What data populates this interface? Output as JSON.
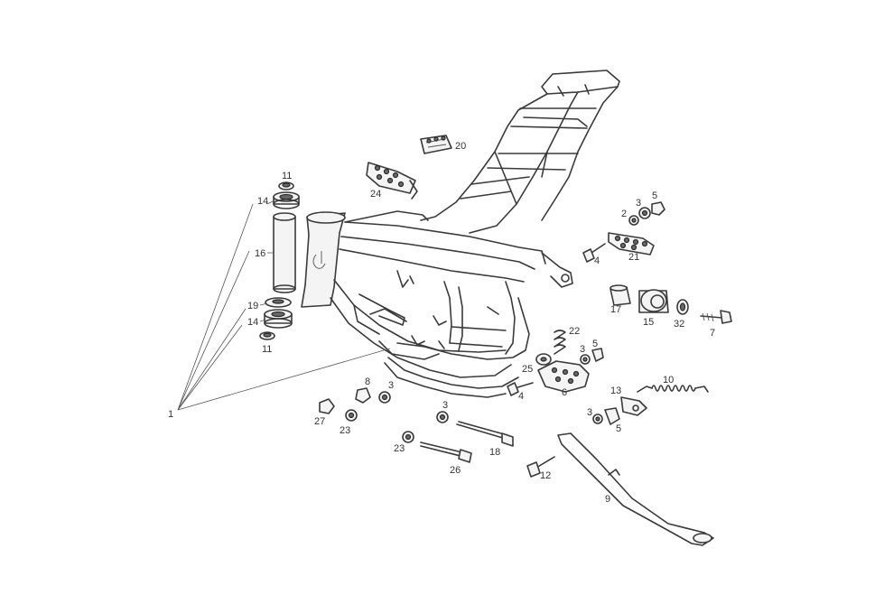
{
  "callouts": {
    "c1": "1",
    "c2": "2",
    "c3a": "3",
    "c3b": "3",
    "c3c": "3",
    "c3d": "3",
    "c3e": "3",
    "c4a": "4",
    "c4b": "4",
    "c5a": "5",
    "c5b": "5",
    "c5c": "5",
    "c6": "6",
    "c7": "7",
    "c8": "8",
    "c9": "9",
    "c10": "10",
    "c11a": "11",
    "c11b": "11",
    "c12": "12",
    "c13": "13",
    "c14a": "14",
    "c14b": "14",
    "c15": "15",
    "c16": "16",
    "c17": "17",
    "c18": "18",
    "c19": "19",
    "c20": "20",
    "c21": "21",
    "c22": "22",
    "c23a": "23",
    "c23b": "23",
    "c24": "24",
    "c25": "25",
    "c26": "26",
    "c27": "27",
    "c32": "32"
  },
  "colors": {
    "line": "#3a3a3a",
    "background": "#ffffff"
  }
}
